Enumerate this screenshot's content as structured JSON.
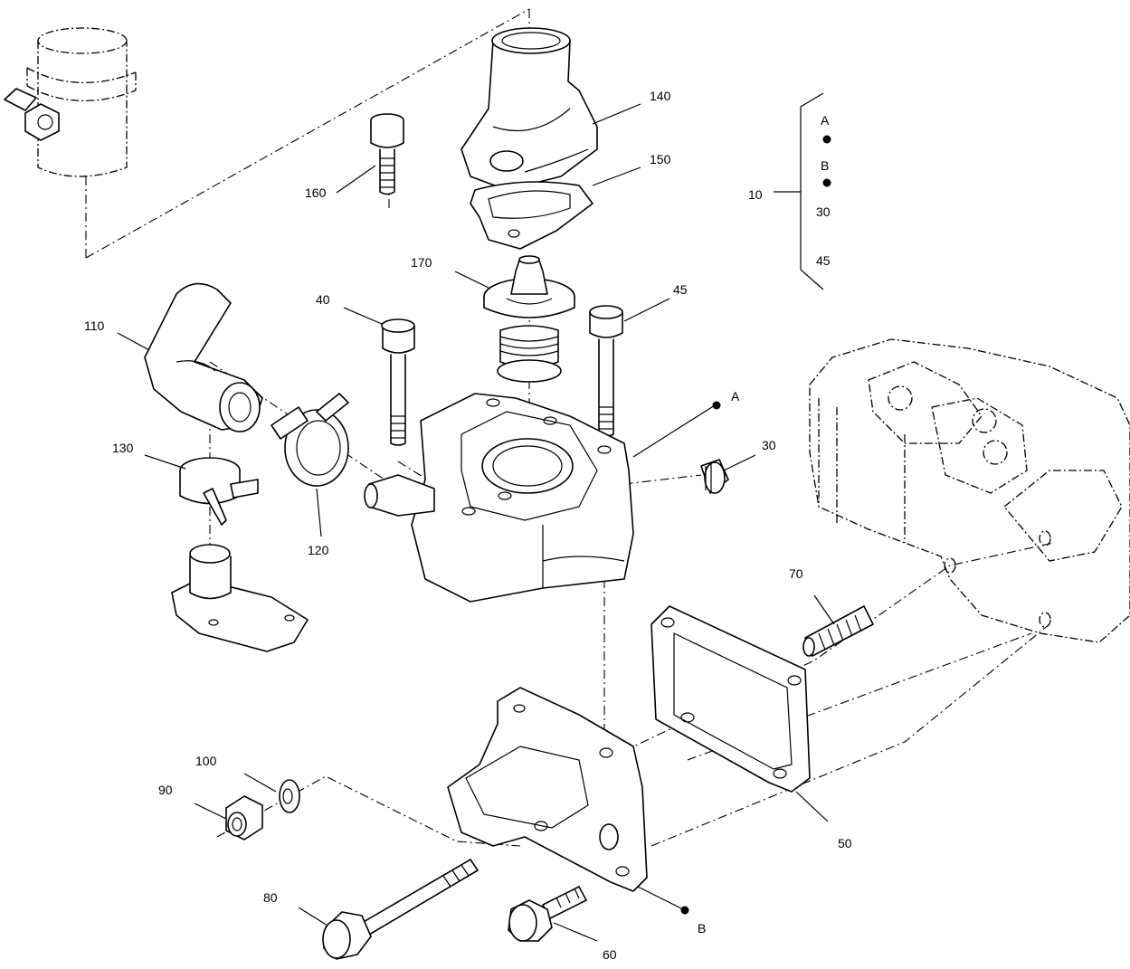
{
  "callouts": {
    "c10": "10",
    "c30": "30",
    "c40": "40",
    "c45": "45",
    "c50": "50",
    "c60": "60",
    "c70": "70",
    "c80": "80",
    "c90": "90",
    "c100": "100",
    "c110": "110",
    "c120": "120",
    "c130": "130",
    "c140": "140",
    "c150": "150",
    "c160": "160",
    "c170": "170"
  },
  "refs": {
    "a": "A",
    "b": "B"
  },
  "kit_legend": {
    "item": "10",
    "entries": [
      "A",
      "B",
      "30",
      "45"
    ]
  },
  "colors": {
    "line": "#000000",
    "background": "#ffffff"
  }
}
